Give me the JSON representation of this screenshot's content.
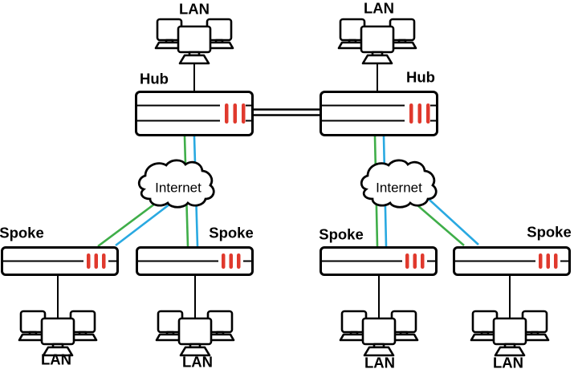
{
  "diagram": {
    "type": "network-topology",
    "description": "Dual hub-and-spoke VPN topology: two hubs with LANs, tunnels through Internet clouds to four spokes with LANs",
    "colors": {
      "green": "#3FAE49",
      "blue": "#29A9E1",
      "red": "#E0392D",
      "black": "#000000",
      "background": "#FFFFFF"
    },
    "labels": {
      "lan_top_left": "LAN",
      "lan_top_right": "LAN",
      "hub_left": "Hub",
      "hub_right": "Hub",
      "internet_left": "Internet",
      "internet_right": "Internet",
      "spoke_1": "Spoke",
      "spoke_2": "Spoke",
      "spoke_3": "Spoke",
      "spoke_4": "Spoke",
      "lan_bottom_1": "LAN",
      "lan_bottom_2": "LAN",
      "lan_bottom_3": "LAN",
      "lan_bottom_4": "LAN"
    },
    "nodes": [
      {
        "id": "lan-top-left",
        "kind": "lan-cluster",
        "label": "LAN"
      },
      {
        "id": "lan-top-right",
        "kind": "lan-cluster",
        "label": "LAN"
      },
      {
        "id": "hub-left",
        "kind": "router-hub",
        "label": "Hub"
      },
      {
        "id": "hub-right",
        "kind": "router-hub",
        "label": "Hub"
      },
      {
        "id": "internet-left",
        "kind": "cloud",
        "label": "Internet"
      },
      {
        "id": "internet-right",
        "kind": "cloud",
        "label": "Internet"
      },
      {
        "id": "spoke-1",
        "kind": "router-spoke",
        "label": "Spoke"
      },
      {
        "id": "spoke-2",
        "kind": "router-spoke",
        "label": "Spoke"
      },
      {
        "id": "spoke-3",
        "kind": "router-spoke",
        "label": "Spoke"
      },
      {
        "id": "spoke-4",
        "kind": "router-spoke",
        "label": "Spoke"
      },
      {
        "id": "lan-bottom-1",
        "kind": "lan-cluster",
        "label": "LAN"
      },
      {
        "id": "lan-bottom-2",
        "kind": "lan-cluster",
        "label": "LAN"
      },
      {
        "id": "lan-bottom-3",
        "kind": "lan-cluster",
        "label": "LAN"
      },
      {
        "id": "lan-bottom-4",
        "kind": "lan-cluster",
        "label": "LAN"
      }
    ],
    "edges": [
      {
        "from": "lan-top-left",
        "to": "hub-left",
        "style": "black-single"
      },
      {
        "from": "lan-top-right",
        "to": "hub-right",
        "style": "black-single"
      },
      {
        "from": "hub-left",
        "to": "hub-right",
        "style": "black-double"
      },
      {
        "from": "hub-left",
        "to": "internet-left",
        "style": "green+blue"
      },
      {
        "from": "internet-left",
        "to": "spoke-1",
        "style": "green+blue"
      },
      {
        "from": "internet-left",
        "to": "spoke-2",
        "style": "green+blue"
      },
      {
        "from": "hub-right",
        "to": "internet-right",
        "style": "green+blue"
      },
      {
        "from": "internet-right",
        "to": "spoke-3",
        "style": "green+blue"
      },
      {
        "from": "internet-right",
        "to": "spoke-4",
        "style": "green+blue"
      },
      {
        "from": "spoke-1",
        "to": "lan-bottom-1",
        "style": "black-single"
      },
      {
        "from": "spoke-2",
        "to": "lan-bottom-2",
        "style": "black-single"
      },
      {
        "from": "spoke-3",
        "to": "lan-bottom-3",
        "style": "black-single"
      },
      {
        "from": "spoke-4",
        "to": "lan-bottom-4",
        "style": "black-single"
      }
    ]
  }
}
